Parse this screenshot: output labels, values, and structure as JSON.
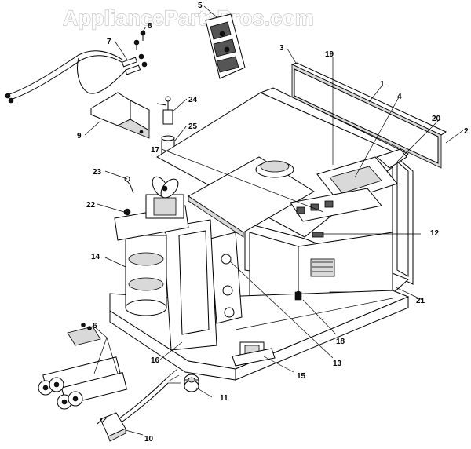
{
  "watermark": "AppliancePartsPros.com",
  "callouts": {
    "c1": "1",
    "c2": "2",
    "c3": "3",
    "c4": "4",
    "c5": "5",
    "c6": "6",
    "c7": "7",
    "c8": "8",
    "c9": "9",
    "c10": "10",
    "c11": "11",
    "c12": "12",
    "c13": "13",
    "c14": "14",
    "c15": "15",
    "c16": "16",
    "c17": "17",
    "c18": "18",
    "c19": "19",
    "c20": "20",
    "c21": "21",
    "c22": "22",
    "c23": "23",
    "c24": "24",
    "c25": "25"
  },
  "colors": {
    "line": "#000000",
    "shade": "#d9d9d9",
    "watermark_outline": "#bdbdbd"
  }
}
